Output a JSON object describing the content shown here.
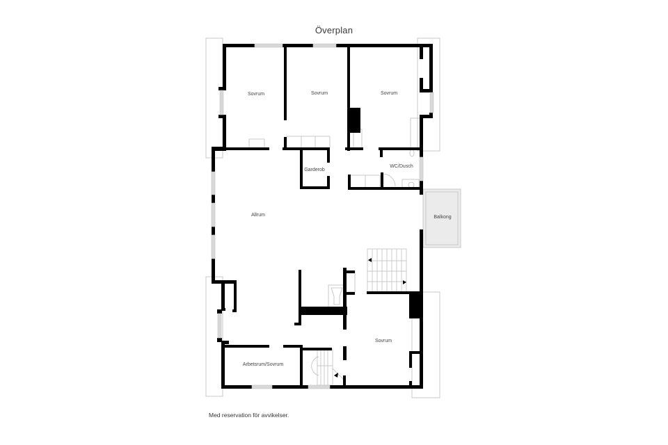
{
  "plan": {
    "title": "Överplan",
    "footnote": "Med reservation för avvikelser.",
    "rooms": [
      {
        "id": "sovrum-1",
        "label": "Sovrum"
      },
      {
        "id": "sovrum-2",
        "label": "Sovrum"
      },
      {
        "id": "sovrum-3",
        "label": "Sovrum"
      },
      {
        "id": "garderob",
        "label": "Garderob"
      },
      {
        "id": "wc-dusch",
        "label": "WC/Dusch"
      },
      {
        "id": "allrum",
        "label": "Allrum"
      },
      {
        "id": "balkong",
        "label": "Balkong"
      },
      {
        "id": "sovrum-4",
        "label": "Sovrum"
      },
      {
        "id": "arbetsrum",
        "label": "Arbetsrum/Sovrum"
      }
    ],
    "colors": {
      "wall": "#000000",
      "window": "#d8d8d8",
      "balcony": "#ebebeb",
      "outline": "#c8c8c8",
      "label": "#444444"
    }
  }
}
